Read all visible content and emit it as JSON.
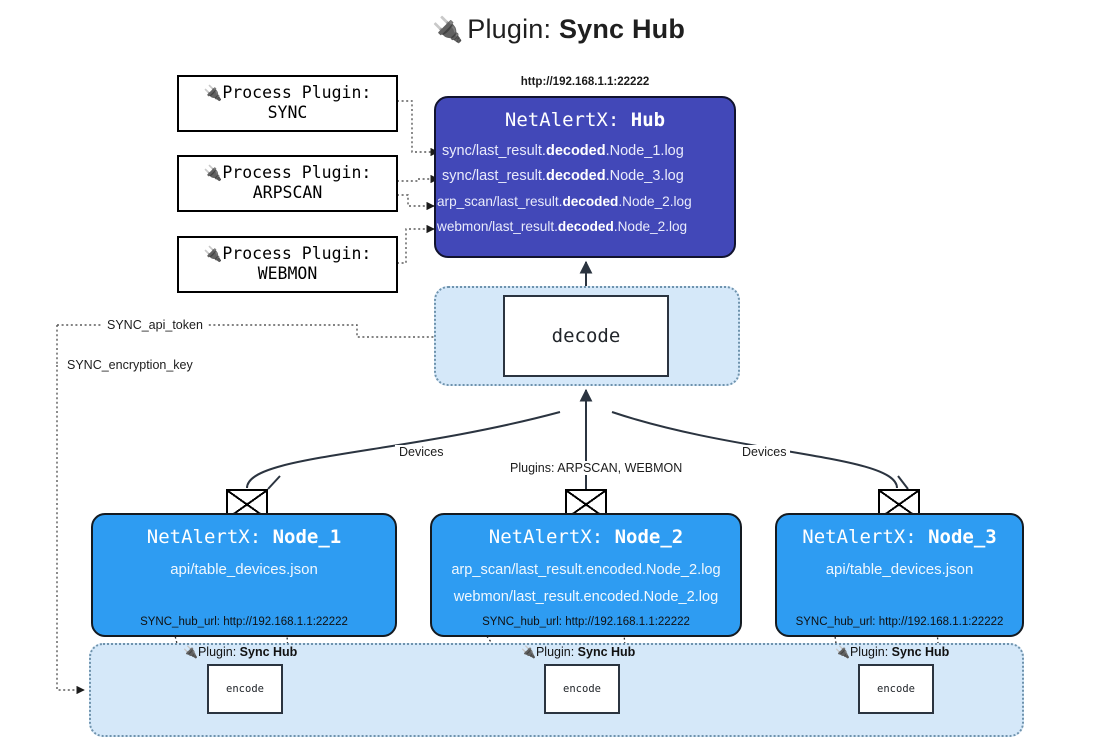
{
  "title": {
    "icon": "plug-icon",
    "prefix": "Plugin:",
    "name": "Sync Hub"
  },
  "process_plugins": [
    {
      "icon": "plug-icon",
      "line1": "Process Plugin:",
      "line2": "SYNC"
    },
    {
      "icon": "plug-icon",
      "line1": "Process Plugin:",
      "line2": "ARPSCAN"
    },
    {
      "icon": "plug-icon",
      "line1": "Process Plugin:",
      "line2": "WEBMON"
    }
  ],
  "hub": {
    "url": "http://192.168.1.1:22222",
    "title_prefix": "NetAlertX:",
    "title_name": "Hub",
    "lines": [
      {
        "pre": "sync/last_result.",
        "bold": "decoded",
        "post": ".Node_1.log"
      },
      {
        "pre": "sync/last_result.",
        "bold": "decoded",
        "post": ".Node_3.log"
      },
      {
        "pre": "arp_scan/last_result.",
        "bold": "decoded",
        "post": ".Node_2.log"
      },
      {
        "pre": "webmon/last_result.",
        "bold": "decoded",
        "post": ".Node_2.log"
      }
    ]
  },
  "decode": {
    "box_label": "decode"
  },
  "edge_labels": {
    "devices_left": "Devices",
    "devices_right": "Devices",
    "plugins_mid": "Plugins: ARPSCAN, WEBMON",
    "api_token": "SYNC_api_token",
    "encryption_key": "SYNC_encryption_key"
  },
  "nodes": [
    {
      "title_prefix": "NetAlertX:",
      "title_name": "Node_1",
      "lines": [
        "api/table_devices.json"
      ],
      "hub_url": "SYNC_hub_url: http://192.168.1.1:22222"
    },
    {
      "title_prefix": "NetAlertX:",
      "title_name": "Node_2",
      "lines": [
        "arp_scan/last_result.encoded.Node_2.log",
        "webmon/last_result.encoded.Node_2.log"
      ],
      "hub_url": "SYNC_hub_url: http://192.168.1.1:22222"
    },
    {
      "title_prefix": "NetAlertX:",
      "title_name": "Node_3",
      "lines": [
        "api/table_devices.json"
      ],
      "hub_url": "SYNC_hub_url: http://192.168.1.1:22222"
    }
  ],
  "encoders": [
    {
      "label_prefix": "Plugin:",
      "label_name": "Sync Hub",
      "box_label": "encode"
    },
    {
      "label_prefix": "Plugin:",
      "label_name": "Sync Hub",
      "box_label": "encode"
    },
    {
      "label_prefix": "Plugin:",
      "label_name": "Sync Hub",
      "box_label": "encode"
    }
  ],
  "colors": {
    "hub_fill": "#4248b8",
    "node_fill": "#2e9cf2",
    "group_fill": "#d5e8f9",
    "edge_stroke": "#2b3440",
    "page_bg": "#ffffff"
  }
}
